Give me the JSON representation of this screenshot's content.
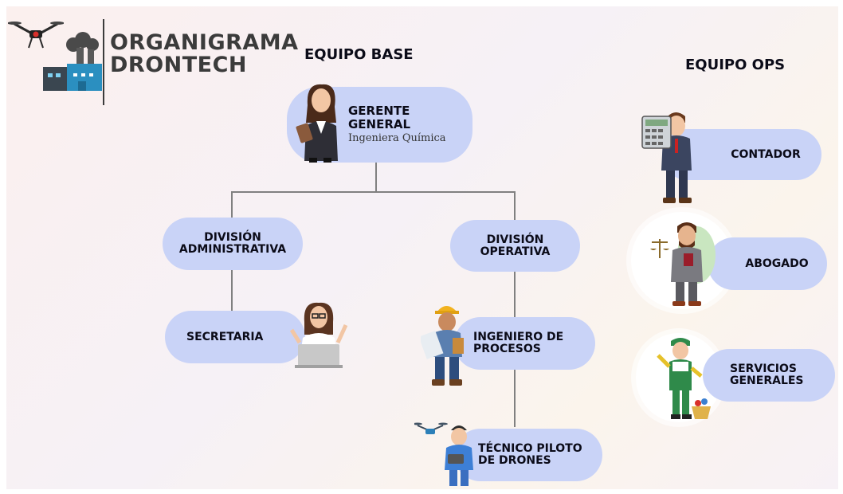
{
  "logo": {
    "line1": "ORGANIGRAMA",
    "line2": "DRONTECH"
  },
  "headings": {
    "base": "EQUIPO BASE",
    "ops": "EQUIPO OPS"
  },
  "nodes": {
    "gerente": {
      "title1": "GERENTE",
      "title2": "GENERAL",
      "subtitle": "Ingeniera Química"
    },
    "div_admin": {
      "line1": "DIVISIÓN",
      "line2": "ADMINISTRATIVA"
    },
    "div_op": {
      "line1": "DIVISIÓN",
      "line2": "OPERATIVA"
    },
    "secretaria": {
      "line1": "SECRETARIA"
    },
    "ingeniero": {
      "line1": "INGENIERO DE",
      "line2": "PROCESOS"
    },
    "tecnico": {
      "line1": "TÉCNICO PILOTO",
      "line2": "DE DRONES"
    },
    "contador": {
      "line1": "CONTADOR"
    },
    "abogado": {
      "line1": "ABOGADO"
    },
    "servicios": {
      "line1": "SERVICIOS",
      "line2": "GENERALES"
    }
  },
  "colors": {
    "pill": "#c9d3f7",
    "connector": "#808080",
    "text": "#0b0b18"
  },
  "icons": [
    "drone-icon",
    "factory-icon",
    "manager-woman-icon",
    "secretary-woman-icon",
    "engineer-icon",
    "drone-pilot-icon",
    "accountant-icon",
    "lawyer-icon",
    "cleaner-icon"
  ]
}
